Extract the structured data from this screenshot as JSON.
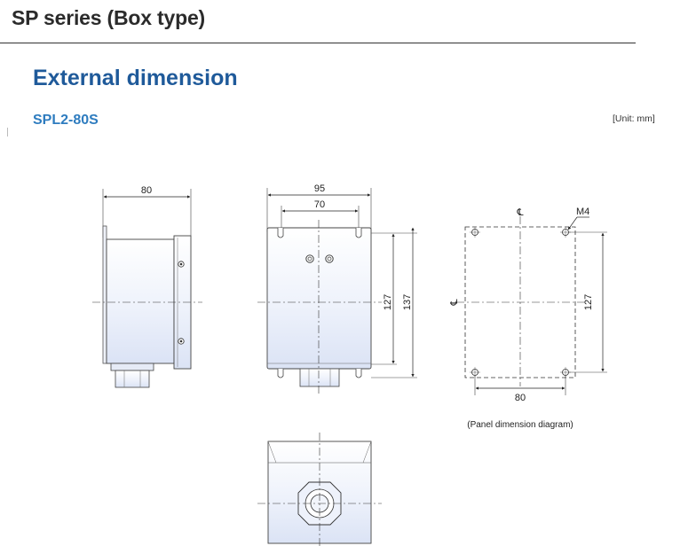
{
  "header": {
    "title": "SP series (Box type)"
  },
  "section": {
    "heading": "External dimension",
    "model": "SPL2-80S",
    "unit": "[Unit: mm]"
  },
  "side_view": {
    "width_dim": "80"
  },
  "front_view": {
    "width_outer_dim": "95",
    "width_inner_dim": "70",
    "height_inner_dim": "127",
    "height_outer_dim": "137"
  },
  "panel_view": {
    "centerline_top": "℄",
    "centerline_left": "℄",
    "screw_label": "M4",
    "height_dim": "127",
    "width_dim": "80",
    "caption": "(Panel dimension diagram)"
  }
}
